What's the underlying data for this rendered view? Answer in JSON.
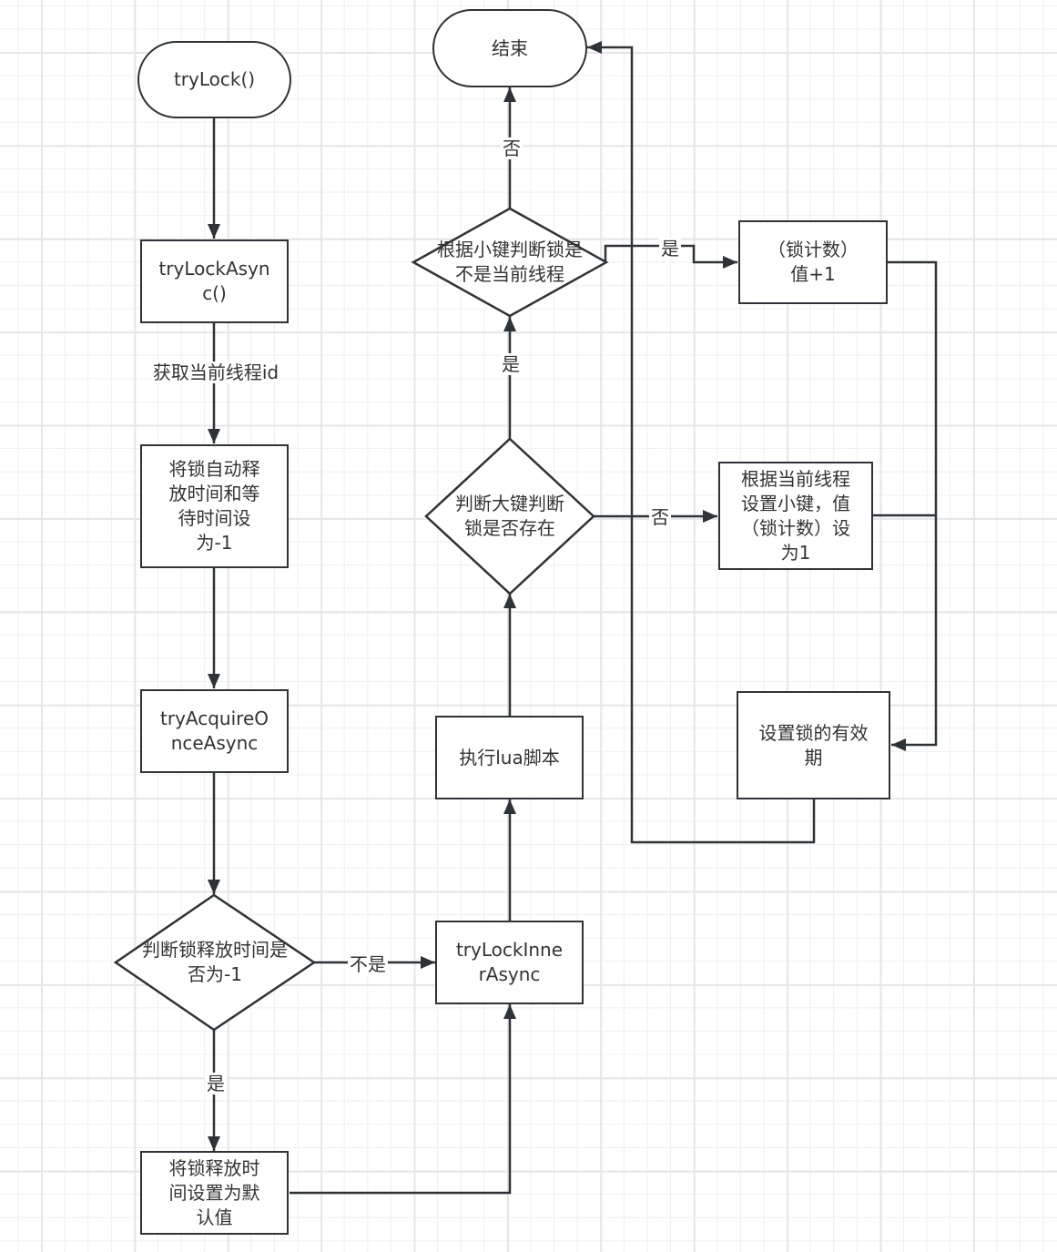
{
  "diagram": {
    "type": "flowchart",
    "nodes": {
      "start": {
        "label": "tryLock()",
        "shape": "terminator"
      },
      "try_lock_async": {
        "label": "tryLockAsyn\nc()",
        "shape": "process"
      },
      "set_minus_one": {
        "label": "将锁自动释\n放时间和等\n待时间设\n为-1",
        "shape": "process"
      },
      "try_acquire_once": {
        "label": "tryAcquireO\nnceAsync",
        "shape": "process"
      },
      "check_release_time": {
        "label": "判断锁释放时间是\n否为-1",
        "shape": "decision"
      },
      "set_default_release": {
        "label": "将锁释放时\n间设置为默\n认值",
        "shape": "process"
      },
      "try_lock_inner": {
        "label": "tryLockInne\nrAsync",
        "shape": "process"
      },
      "exec_lua": {
        "label": "执行lua脚本",
        "shape": "process"
      },
      "check_big_key": {
        "label": "判断大键判断\n锁是否存在",
        "shape": "decision"
      },
      "check_small_key": {
        "label": "根据小键判断锁是\n不是当前线程",
        "shape": "decision"
      },
      "end": {
        "label": "结束",
        "shape": "terminator"
      },
      "increment_count": {
        "label": "（锁计数）\n值+1",
        "shape": "process"
      },
      "set_small_key": {
        "label": "根据当前线程\n设置小键，值\n（锁计数）设\n为1",
        "shape": "process"
      },
      "set_expiry": {
        "label": "设置锁的有效\n期",
        "shape": "process"
      }
    },
    "edges": [
      {
        "from": "start",
        "to": "try_lock_async",
        "label": ""
      },
      {
        "from": "try_lock_async",
        "to": "set_minus_one",
        "label": "获取当前线程id"
      },
      {
        "from": "set_minus_one",
        "to": "try_acquire_once",
        "label": ""
      },
      {
        "from": "try_acquire_once",
        "to": "check_release_time",
        "label": ""
      },
      {
        "from": "check_release_time",
        "to": "set_default_release",
        "label": "是"
      },
      {
        "from": "check_release_time",
        "to": "try_lock_inner",
        "label": "不是"
      },
      {
        "from": "set_default_release",
        "to": "try_lock_inner",
        "label": ""
      },
      {
        "from": "try_lock_inner",
        "to": "exec_lua",
        "label": ""
      },
      {
        "from": "exec_lua",
        "to": "check_big_key",
        "label": ""
      },
      {
        "from": "check_big_key",
        "to": "check_small_key",
        "label": "是"
      },
      {
        "from": "check_big_key",
        "to": "set_small_key",
        "label": "否"
      },
      {
        "from": "check_small_key",
        "to": "end",
        "label": "否"
      },
      {
        "from": "check_small_key",
        "to": "increment_count",
        "label": "是"
      },
      {
        "from": "increment_count",
        "to": "set_expiry",
        "label": ""
      },
      {
        "from": "set_small_key",
        "to": "set_expiry",
        "label": ""
      },
      {
        "from": "set_expiry",
        "to": "end",
        "label": ""
      }
    ]
  },
  "colors": {
    "stroke": "#2e3338",
    "text": "#333333",
    "grid_major": "#e6e6e6",
    "grid_minor": "#efefef",
    "background": "#ffffff"
  }
}
